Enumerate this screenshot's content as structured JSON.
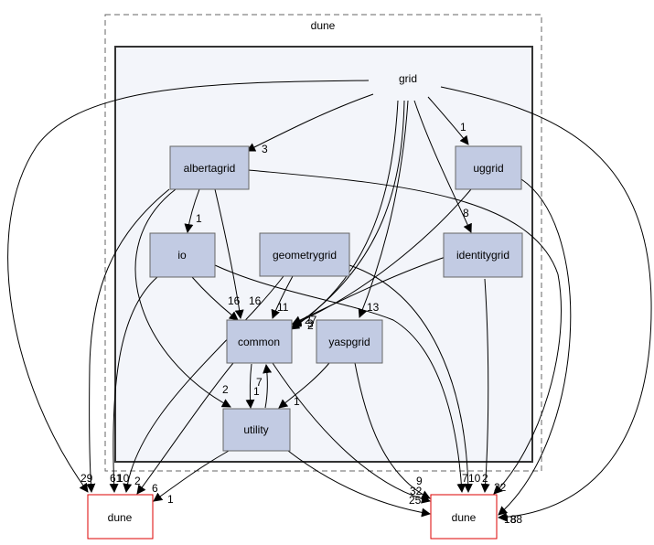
{
  "outer_cluster": {
    "label": "dune"
  },
  "inner_cluster": {
    "label": "grid"
  },
  "nodes": {
    "albertagrid": "albertagrid",
    "uggrid": "uggrid",
    "io": "io",
    "geometrygrid": "geometrygrid",
    "identitygrid": "identitygrid",
    "common": "common",
    "yaspgrid": "yaspgrid",
    "utility": "utility",
    "dune_left": "dune",
    "dune_right": "dune"
  },
  "edge_labels": {
    "grid_albertagrid": "3",
    "grid_uggrid": "1",
    "grid_identitygrid": "8",
    "grid_dune_left": "29",
    "grid_dune_right": "188",
    "grid_common": "27",
    "grid_yaspgrid": "13",
    "albertagrid_io": "1",
    "albertagrid_common": "16",
    "albertagrid_utility": "2",
    "albertagrid_dune_left": "61",
    "albertagrid_dune_right": "22",
    "io_common": "16",
    "io_dune_left": "10",
    "io_dune_right": "7",
    "geometrygrid_common": "11",
    "geometrygrid_dune_left": "2",
    "geometrygrid_dune_right": "10",
    "uggrid_common": "3",
    "uggrid_dune_right": "8",
    "identitygrid_common": "2",
    "identitygrid_dune_right": "2",
    "common_utility": "1",
    "utility_common": "7",
    "common_dune_left": "6",
    "common_dune_right": "25",
    "yaspgrid_utility": "1",
    "yaspgrid_dune_right": "32",
    "utility_dune_left": "1",
    "utility_dune_right": "9"
  },
  "colors": {
    "node_fill": "#c2cbe3",
    "node_border": "#666666",
    "cluster_fill": "#f3f5fa",
    "cluster_border": "#333333",
    "outer_border": "#666666",
    "external_border": "#dd0000",
    "edge": "#000000"
  }
}
